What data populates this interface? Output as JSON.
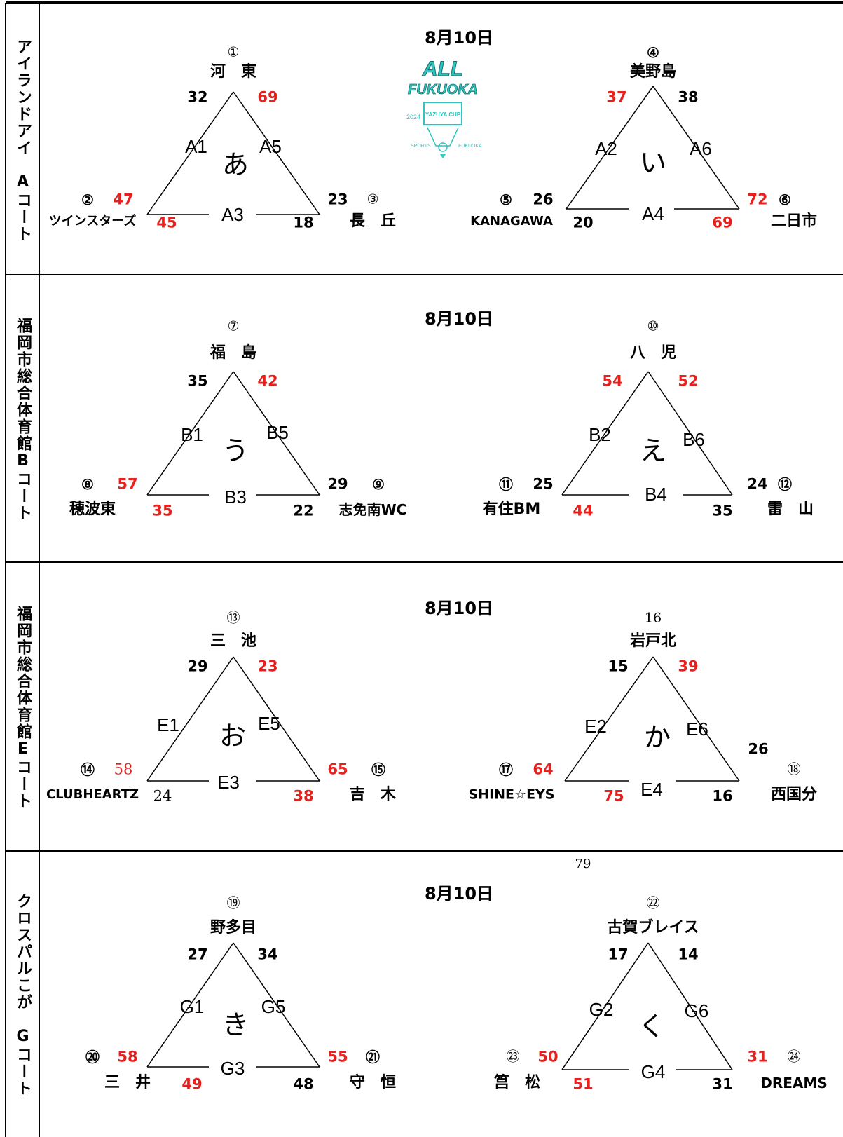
{
  "sections": [
    {
      "court": "アイランドアイ　Aコート",
      "date": "8月10日",
      "groups": [
        {
          "kana": "あ",
          "top": {
            "num": "①",
            "name": "河　東"
          },
          "left": {
            "num": "②",
            "name": "ツインスターズ"
          },
          "right": {
            "num": "③",
            "name": "長　丘"
          },
          "codes": {
            "l": "A1",
            "r": "A5",
            "b": "A3"
          },
          "scores": {
            "tl": "32",
            "tr": "69",
            "lu": "47",
            "ld": "45",
            "ru": "23",
            "rd": "18"
          }
        },
        {
          "kana": "い",
          "top": {
            "num": "④",
            "name": "美野島"
          },
          "left": {
            "num": "⑤",
            "name": "KANAGAWA"
          },
          "right": {
            "num": "⑥",
            "name": "二日市"
          },
          "codes": {
            "l": "A2",
            "r": "A6",
            "b": "A4"
          },
          "scores": {
            "tl": "37",
            "tr": "38",
            "lu": "26",
            "ld": "20",
            "ru": "72",
            "rd": "69"
          }
        }
      ]
    },
    {
      "court": "福岡市総合体育館Bコート",
      "date": "8月10日",
      "groups": [
        {
          "kana": "う",
          "top": {
            "num": "⑦",
            "name": "福　島"
          },
          "left": {
            "num": "⑧",
            "name": "穂波東"
          },
          "right": {
            "num": "⑨",
            "name": "志免南WC"
          },
          "codes": {
            "l": "B1",
            "r": "B5",
            "b": "B3"
          },
          "scores": {
            "tl": "35",
            "tr": "42",
            "lu": "57",
            "ld": "35",
            "ru": "29",
            "rd": "22"
          }
        },
        {
          "kana": "え",
          "top": {
            "num": "⑩",
            "name": "八　児"
          },
          "left": {
            "num": "⑪",
            "name": "有住BM"
          },
          "right": {
            "num": "⑫",
            "name": "雷　山"
          },
          "codes": {
            "l": "B2",
            "r": "B6",
            "b": "B4"
          },
          "scores": {
            "tl": "54",
            "tr": "52",
            "lu": "25",
            "ld": "44",
            "ru": "24",
            "rd": "35"
          }
        }
      ]
    },
    {
      "court": "福岡市総合体育館Eコート",
      "date": "8月10日",
      "groups": [
        {
          "kana": "お",
          "top": {
            "num": "⑬",
            "name": "三　池"
          },
          "left": {
            "num": "⑭",
            "name": "CLUBHEARTZ"
          },
          "right": {
            "num": "⑮",
            "name": "吉　木"
          },
          "codes": {
            "l": "E1",
            "r": "E5",
            "b": "E3"
          },
          "scores": {
            "tl": "29",
            "tr": "23",
            "lu": "58",
            "ld": "24",
            "ru": "65",
            "rd": "38"
          }
        },
        {
          "kana": "か",
          "top": {
            "num": "16",
            "name": "岩戸北"
          },
          "left": {
            "num": "⑰",
            "name": "SHINE☆EYS"
          },
          "right": {
            "num": "⑱",
            "name": "西国分"
          },
          "codes": {
            "l": "E2",
            "r": "E6",
            "b": "E4"
          },
          "scores": {
            "tl": "15",
            "tr": "39",
            "lu": "64",
            "ld": "75",
            "ru": "26",
            "rd": "16"
          }
        }
      ]
    },
    {
      "court": "クロスパルこが　Gコート",
      "date": "8月10日",
      "extra_number": "79",
      "groups": [
        {
          "kana": "き",
          "top": {
            "num": "⑲",
            "name": "野多目"
          },
          "left": {
            "num": "⑳",
            "name": "三　井"
          },
          "right": {
            "num": "㉑",
            "name": "守　恒"
          },
          "codes": {
            "l": "G1",
            "r": "G5",
            "b": "G3"
          },
          "scores": {
            "tl": "27",
            "tr": "34",
            "lu": "58",
            "ld": "49",
            "ru": "55",
            "rd": "48"
          }
        },
        {
          "kana": "く",
          "top": {
            "num": "㉒",
            "name": "古賀ブレイス"
          },
          "left": {
            "num": "㉓",
            "name": "筥　松"
          },
          "right": {
            "num": "㉔",
            "name": "DREAMS"
          },
          "codes": {
            "l": "G2",
            "r": "G6",
            "b": "G4"
          },
          "scores": {
            "tl": "17",
            "tr": "14",
            "lu": "50",
            "ld": "51",
            "ru": "31",
            "rd": "31"
          }
        }
      ]
    }
  ],
  "logo": {
    "line1": "ALL",
    "line2": "FUKUOKA",
    "cup": "YAZUYA CUP",
    "year": "2024"
  },
  "colors": {
    "win": "#e8201d",
    "lose": "#000000",
    "logo": "#2fc4bf"
  }
}
